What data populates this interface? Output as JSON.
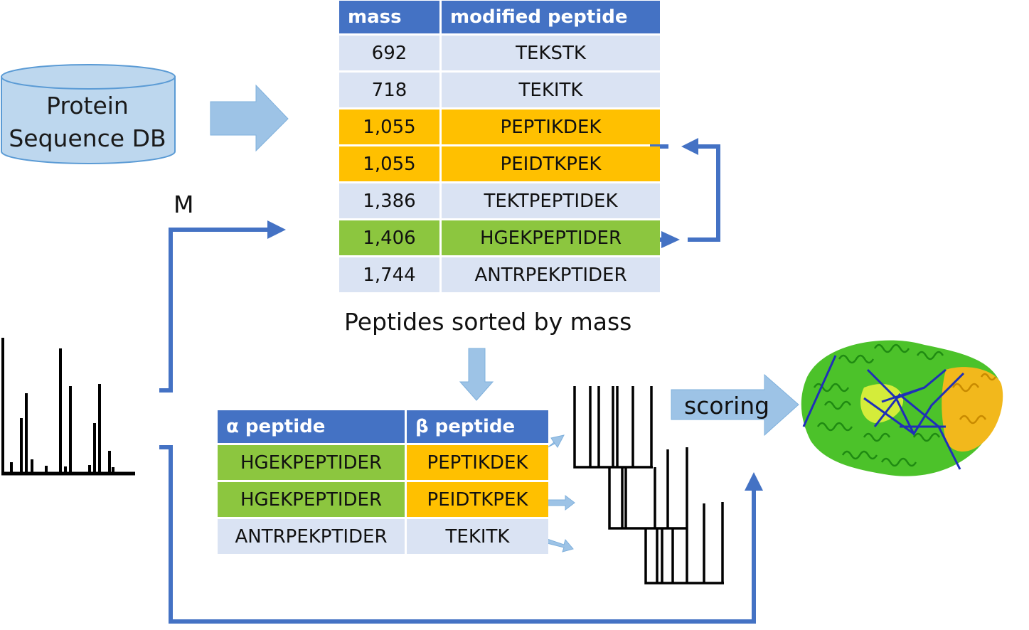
{
  "database": {
    "label_line1": "Protein",
    "label_line2": "Sequence DB"
  },
  "mass_label": "M",
  "mass_table": {
    "headers": [
      "mass",
      "modified peptide"
    ],
    "rows": [
      {
        "mass": "692",
        "peptide": "TEKSTK",
        "highlight": "none"
      },
      {
        "mass": "718",
        "peptide": "TEKITK",
        "highlight": "none"
      },
      {
        "mass": "1,055",
        "peptide": "PEPTIKDEK",
        "highlight": "orange"
      },
      {
        "mass": "1,055",
        "peptide": "PEIDTKPEK",
        "highlight": "orange"
      },
      {
        "mass": "1,386",
        "peptide": "TEKTPEPTIDEK",
        "highlight": "none"
      },
      {
        "mass": "1,406",
        "peptide": "HGEKPEPTIDER",
        "highlight": "green"
      },
      {
        "mass": "1,744",
        "peptide": "ANTRPEKPTIDER",
        "highlight": "none"
      }
    ]
  },
  "sorted_caption": "Peptides sorted by mass",
  "pair_table": {
    "headers": [
      "α peptide",
      "β peptide"
    ],
    "rows": [
      {
        "alpha": "HGEKPEPTIDER",
        "beta": "PEPTIKDEK",
        "alpha_color": "green",
        "beta_color": "orange"
      },
      {
        "alpha": "HGEKPEPTIDER",
        "beta": "PEIDTKPEK",
        "alpha_color": "green",
        "beta_color": "orange"
      },
      {
        "alpha": "ANTRPEKPTIDER",
        "beta": "TEKITK",
        "alpha_color": "none",
        "beta_color": "none"
      }
    ]
  },
  "scoring_label": "scoring",
  "colors": {
    "header_blue": "#4472c4",
    "row_default": "#dae3f3",
    "highlight_orange": "#ffc000",
    "highlight_green": "#8cc63f",
    "arrow_light_blue": "#9dc3e6",
    "connector_blue": "#4472c4",
    "crosslink_blue": "#1f2fb8"
  },
  "icons": [
    "database-cylinder-icon",
    "spectrum-icon",
    "theoretical-spectra-icon",
    "protein-structure-icon"
  ]
}
